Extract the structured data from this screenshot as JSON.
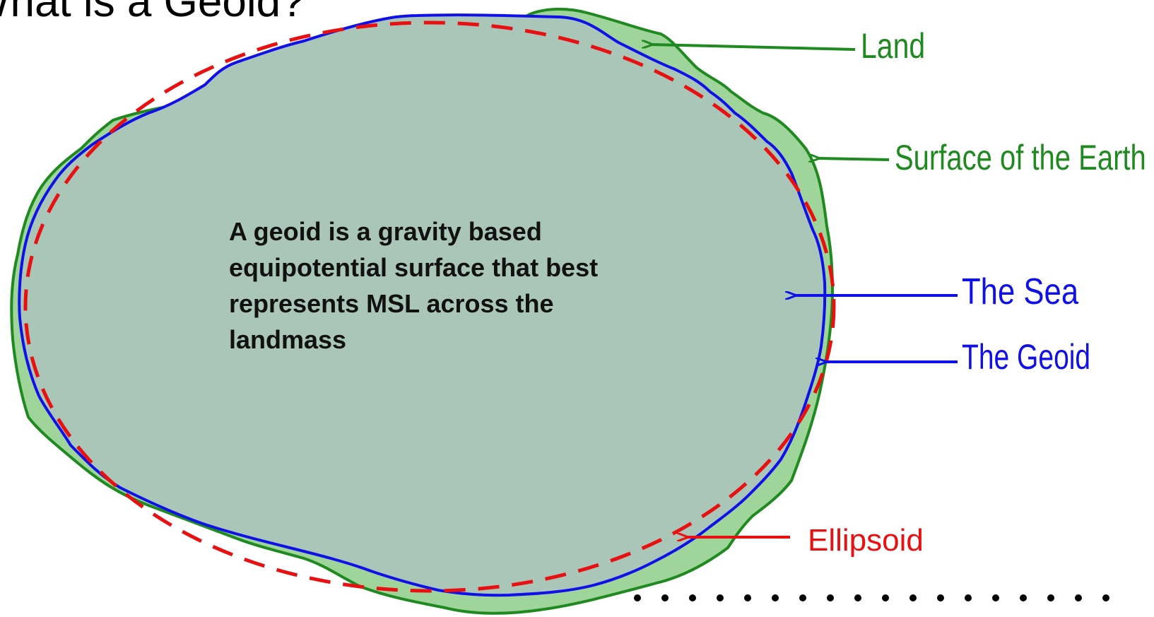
{
  "title": "What is a Geoid?",
  "description": "A geoid is a gravity based\nequipotential surface that best\nrepresents MSL across the\nlandmass",
  "labels": {
    "land": "Land",
    "surface": "Surface of the Earth",
    "sea": "The Sea",
    "geoid": "The Geoid",
    "ellipsoid": "Ellipsoid"
  },
  "colors": {
    "land": "#1f8a1f",
    "surface": "#1f8a1f",
    "sea": "#1010e8",
    "geoid": "#1010e8",
    "ellipsoid": "#e81010",
    "fill": "#a9c6b9",
    "land_fill": "#9fd49a"
  },
  "icons": {
    "arrow": "arrow-left-icon",
    "dots": "dotted-line"
  }
}
